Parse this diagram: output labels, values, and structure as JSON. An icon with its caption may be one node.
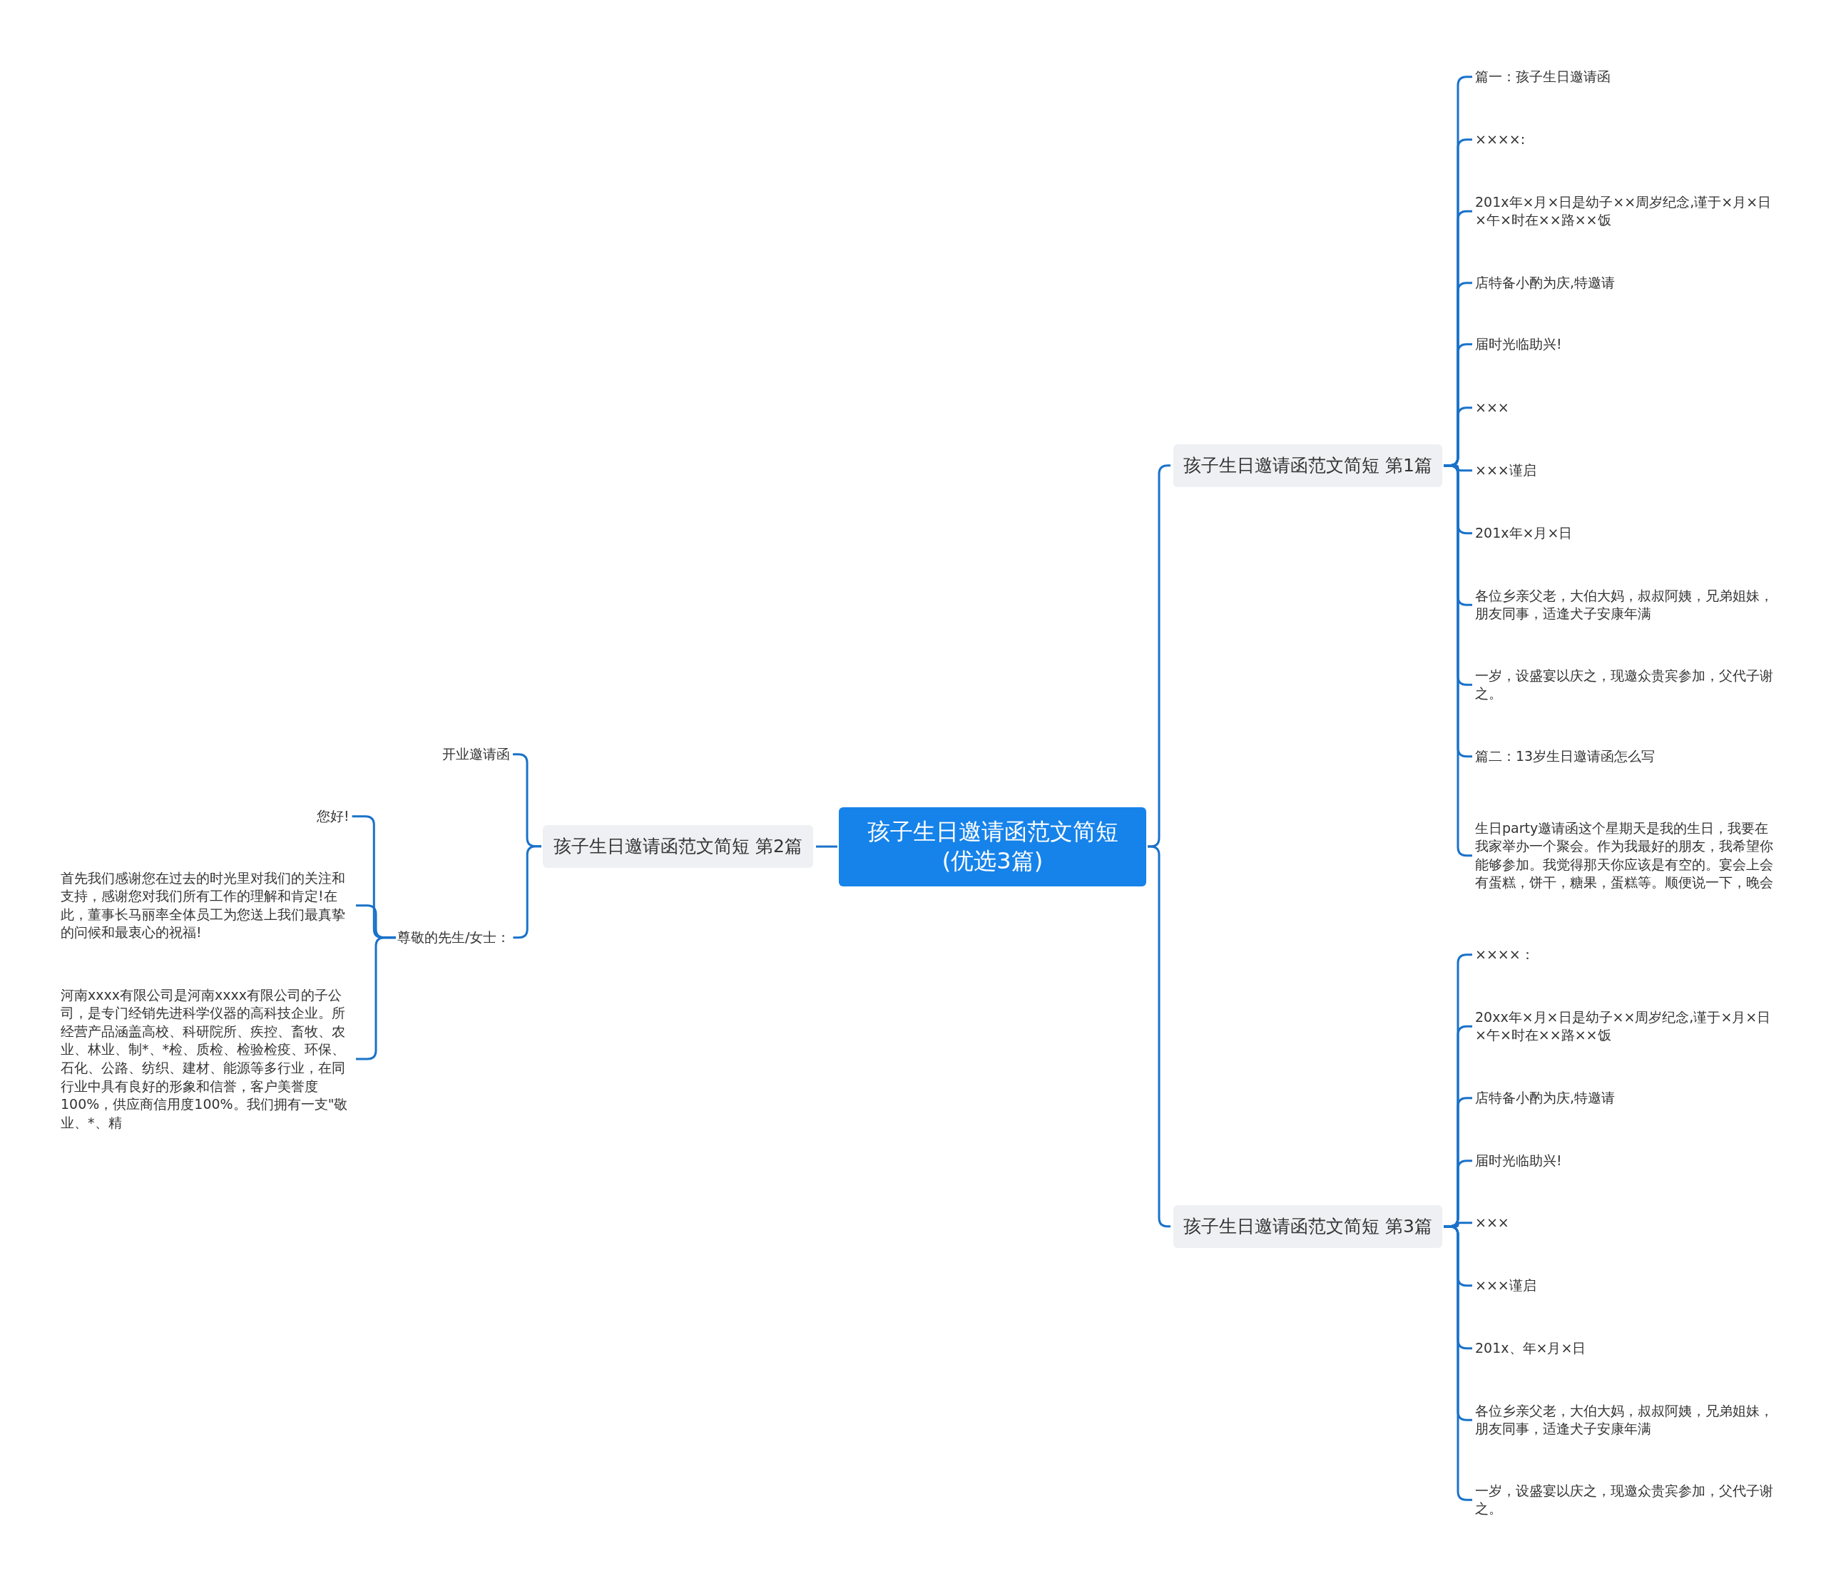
{
  "diagram": {
    "nodes": [
      {
        "text": [
          "孩子生日邀请函范文简短(优选3篇)"
        ]
      },
      {
        "text": [
          "孩子生日邀请函范文简短 第1篇"
        ]
      },
      {
        "text": [
          "篇一：孩子生日邀请函"
        ]
      },
      {
        "text": [
          "××××:"
        ]
      },
      {
        "text": [
          "201x年×月×日是幼子××周岁纪念,谨于×月×日×午×时在××路××饭"
        ]
      },
      {
        "text": [
          "店特备小酌为庆,特邀请"
        ]
      },
      {
        "text": [
          "届时光临助兴!"
        ]
      },
      {
        "text": [
          "×××"
        ]
      },
      {
        "text": [
          "×××谨启"
        ]
      },
      {
        "text": [
          "201x年×月×日"
        ]
      },
      {
        "text": [
          "各位乡亲父老，大伯大妈，叔叔阿姨，兄弟姐妹，朋友同事，适逢犬子安康年满"
        ]
      },
      {
        "text": [
          "一岁，设盛宴以庆之，现邀众贵宾参加，父代子谢之。"
        ]
      },
      {
        "text": [
          "篇二：13岁生日邀请函怎么写"
        ]
      },
      {
        "text": [
          "生日party邀请函这个星期天是我的生日，我要在我家举办一个聚会。作为我最好的朋友，我希望你能够参加。我觉得那天你应该是有空的。宴会上会有蛋糕，饼干，糖果，蛋糕等。顺便说一下，晚会"
        ]
      },
      {
        "text": [
          "孩子生日邀请函范文简短 第2篇"
        ]
      },
      {
        "text": [
          "开业邀请函"
        ]
      },
      {
        "text": [
          "尊敬的先生/女士："
        ]
      },
      {
        "text": [
          "您好!"
        ]
      },
      {
        "text": [
          "首先我们感谢您在过去的时光里对我们的关注和支持，感谢您对我们所有工作的理解和肯定!在此，董事长马丽率全体员工为您送上我们最真挚的问候和最衷心的祝福!"
        ]
      },
      {
        "text": [
          "河南xxxx有限公司是河南xxxx有限公司的子公司，是专门经销先进科学仪器的高科技企业。所经营产品涵盖高校、科研院所、疾控、畜牧、农业、林业、制*、*检、质检、检验检疫、环保、石化、公路、纺织、建材、能源等多行业，在同行业中具有良好的形象和信誉，客户美誉度100%，供应商信用度100%。我们拥有一支\"敬业、*、精"
        ]
      },
      {
        "text": [
          "孩子生日邀请函范文简短 第3篇"
        ]
      },
      {
        "text": [
          "××××："
        ]
      },
      {
        "text": [
          "20xx年×月×日是幼子××周岁纪念,谨于×月×日×午×时在××路××饭"
        ]
      },
      {
        "text": [
          "店特备小酌为庆,特邀请"
        ]
      },
      {
        "text": [
          "届时光临助兴!"
        ]
      },
      {
        "text": [
          "×××"
        ]
      },
      {
        "text": [
          "×××谨启"
        ]
      },
      {
        "text": [
          "201x、年×月×日"
        ]
      },
      {
        "text": [
          "各位乡亲父老，大伯大妈，叔叔阿姨，兄弟姐妹，朋友同事，适逢犬子安康年满"
        ]
      },
      {
        "text": [
          "一岁，设盛宴以庆之，现邀众贵宾参加，父代子谢之。"
        ]
      }
    ],
    "edges": [
      {
        "from": 0,
        "to": 1,
        "arrow": "none"
      },
      {
        "from": 1,
        "to": 2,
        "arrow": "none"
      },
      {
        "from": 1,
        "to": 3,
        "arrow": "none"
      },
      {
        "from": 1,
        "to": 4,
        "arrow": "none"
      },
      {
        "from": 1,
        "to": 5,
        "arrow": "none"
      },
      {
        "from": 1,
        "to": 6,
        "arrow": "none"
      },
      {
        "from": 1,
        "to": 7,
        "arrow": "none"
      },
      {
        "from": 1,
        "to": 8,
        "arrow": "none"
      },
      {
        "from": 1,
        "to": 9,
        "arrow": "none"
      },
      {
        "from": 1,
        "to": 10,
        "arrow": "none"
      },
      {
        "from": 1,
        "to": 11,
        "arrow": "none"
      },
      {
        "from": 1,
        "to": 12,
        "arrow": "none"
      },
      {
        "from": 1,
        "to": 13,
        "arrow": "none"
      },
      {
        "from": 0,
        "to": 14,
        "arrow": "none"
      },
      {
        "from": 14,
        "to": 15,
        "arrow": "none"
      },
      {
        "from": 14,
        "to": 16,
        "arrow": "none"
      },
      {
        "from": 16,
        "to": 17,
        "arrow": "none"
      },
      {
        "from": 16,
        "to": 18,
        "arrow": "none"
      },
      {
        "from": 16,
        "to": 19,
        "arrow": "none"
      },
      {
        "from": 0,
        "to": 20,
        "arrow": "none"
      },
      {
        "from": 20,
        "to": 21,
        "arrow": "none"
      },
      {
        "from": 20,
        "to": 22,
        "arrow": "none"
      },
      {
        "from": 20,
        "to": 23,
        "arrow": "none"
      },
      {
        "from": 20,
        "to": 24,
        "arrow": "none"
      },
      {
        "from": 20,
        "to": 25,
        "arrow": "none"
      },
      {
        "from": 20,
        "to": 26,
        "arrow": "none"
      },
      {
        "from": 20,
        "to": 27,
        "arrow": "none"
      },
      {
        "from": 20,
        "to": 28,
        "arrow": "none"
      },
      {
        "from": 20,
        "to": 29,
        "arrow": "none"
      }
    ]
  }
}
